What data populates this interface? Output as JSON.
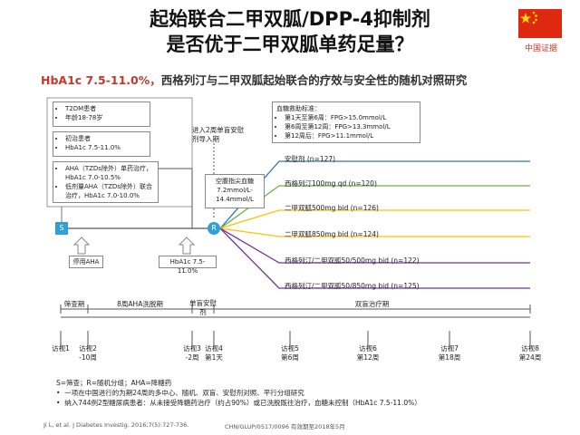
{
  "header": {
    "title_line1": "起始联合二甲双胍/DPP-4抑制剂",
    "title_line2": "是否优于二甲双胍单药足量？",
    "subtitle_highlight": "HbA1c 7.5-11.0%，",
    "subtitle_rest": "西格列汀与二甲双胍起始联合的疗效与安全性的随机对照研究",
    "flag_caption": "中国证据"
  },
  "inclusion": {
    "box1": [
      "T2DM患者",
      "年龄18-78岁"
    ],
    "box2": [
      "初治患者",
      "HbA1c 7.5-11.0%"
    ],
    "box3": [
      "AHA（TZDs除外）单药治疗，HbA1c 7.0-10.5%",
      "低剂量AHA（TZDs除外）联合治疗，HbA1c 7.0-10.0%"
    ]
  },
  "rescue": {
    "title": "血糖救助标准：",
    "items": [
      "第1天至第6周：FPG>15.0mmol/L",
      "第6周至第12周：FPG>13.3mmol/L",
      "第12周后：FPG>11.1mmol/L"
    ]
  },
  "flow": {
    "s_label": "S",
    "r_label": "R",
    "placebo_runin": "进入2周单盲安慰剂导入期",
    "fpg_box": "空腹指尖血糖 7.2mmol/L- 14.4mmol/L",
    "stop_aha": "停用AHA",
    "hba1c_box": "HbA1c 7.5-11.0%"
  },
  "arms": [
    "安慰剂 (n=127)",
    "西格列汀100mg qd (n=120)",
    "二甲双胍500mg bid (n=126)",
    "二甲双胍850mg bid (n=124)",
    "西格列汀/二甲双胍50/500mg bid (n=122)",
    "西格列汀/二甲双胍50/850mg bid (n=125)"
  ],
  "arm_colors": [
    "#2e75b6",
    "#70ad47",
    "#ffc000",
    "#ffc000",
    "#7030a0",
    "#7030a0"
  ],
  "timeline": {
    "periods": [
      "筛查期",
      "8周AHA洗脱期",
      "单盲安慰剂",
      "双盲治疗期"
    ],
    "visits": [
      {
        "name": "访视1",
        "week": ""
      },
      {
        "name": "访视2",
        "week": "-10周"
      },
      {
        "name": "访视3",
        "week": "-2周"
      },
      {
        "name": "访视4",
        "week": "第1天"
      },
      {
        "name": "访视5",
        "week": "第6周"
      },
      {
        "name": "访视6",
        "week": "第12周"
      },
      {
        "name": "访视7",
        "week": "第18周"
      },
      {
        "name": "访视8",
        "week": "第24周"
      }
    ]
  },
  "notes": {
    "abbrev": "S=筛查；R=随机分组；AHA=降糖药",
    "bullets": [
      "一项在中国进行的为期24周的多中心、随机、双盲、安慰剂对照、平行分组研究",
      "纳入744例2型糖尿病患者：从未接受降糖药治疗（约占90%）或已洗脱既往治疗，血糖未控制（HbA1c  7.5-11.0%）"
    ]
  },
  "footer": {
    "citation": "Ji L, et al. J Diabetes Investig. 2016;7(5):727-736.",
    "code": "CHN/GLUP/0517/0096  有效期至2018年5月"
  }
}
